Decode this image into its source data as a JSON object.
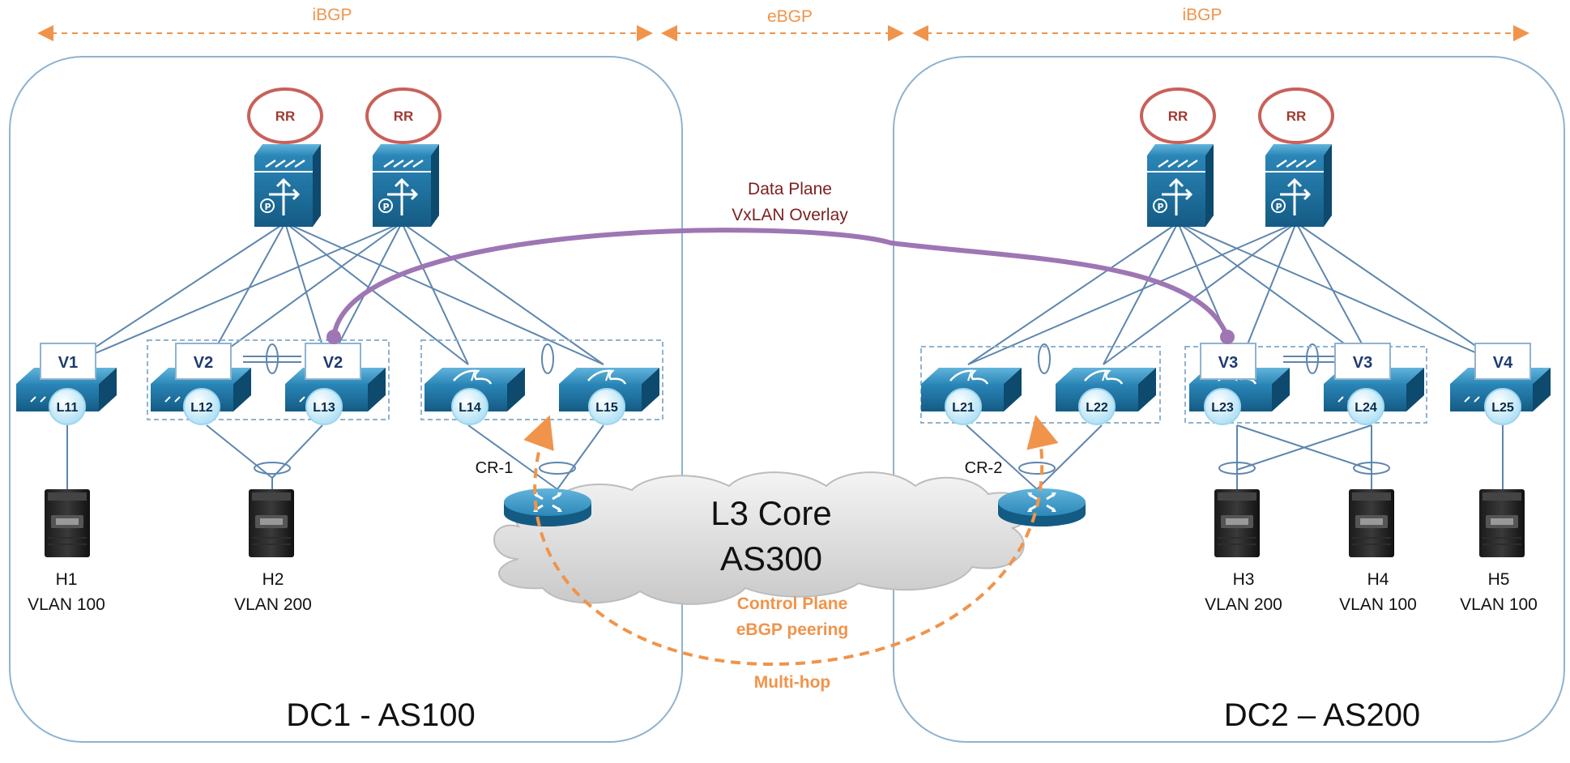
{
  "top_labels": {
    "ibgp_left": "iBGP",
    "ebgp": "eBGP",
    "ibgp_right": "iBGP"
  },
  "dc1": {
    "title": "DC1 - AS100"
  },
  "dc2": {
    "title": "DC2 – AS200"
  },
  "rr_label": "RR",
  "data_plane": {
    "line1": "Data Plane",
    "line2": "VxLAN Overlay"
  },
  "core": {
    "line1": "L3 Core",
    "line2": "AS300"
  },
  "control_plane": {
    "line1": "Control Plane",
    "line2": "eBGP peering",
    "line3": "Multi-hop"
  },
  "routers": {
    "cr1": "CR-1",
    "cr2": "CR-2"
  },
  "leaves": {
    "l11": "L11",
    "l12": "L12",
    "l13": "L13",
    "l14": "L14",
    "l15": "L15",
    "l21": "L21",
    "l22": "L22",
    "l23": "L23",
    "l24": "L24",
    "l25": "L25"
  },
  "vteps": {
    "v1": "V1",
    "v2a": "V2",
    "v2b": "V2",
    "v3a": "V3",
    "v3b": "V3",
    "v4": "V4"
  },
  "hosts": {
    "h1": {
      "name": "H1",
      "vlan": "VLAN 100"
    },
    "h2": {
      "name": "H2",
      "vlan": "VLAN 200"
    },
    "h3": {
      "name": "H3",
      "vlan": "VLAN 200"
    },
    "h4": {
      "name": "H4",
      "vlan": "VLAN 100"
    },
    "h5": {
      "name": "H5",
      "vlan": "VLAN 100"
    }
  },
  "colors": {
    "orange": "#f0944b",
    "dc_border": "#8fb3cf",
    "link": "#5e86ae",
    "overlay": "#9e76b4",
    "rr_ring": "#c9605a",
    "device_blue": "#1b6d99",
    "leaf_circle": "#cdeefa"
  },
  "icons": [
    "spine-switch-icon",
    "leaf-switch-icon",
    "fabric-switch-icon",
    "router-icon",
    "server-icon",
    "cloud-icon"
  ]
}
